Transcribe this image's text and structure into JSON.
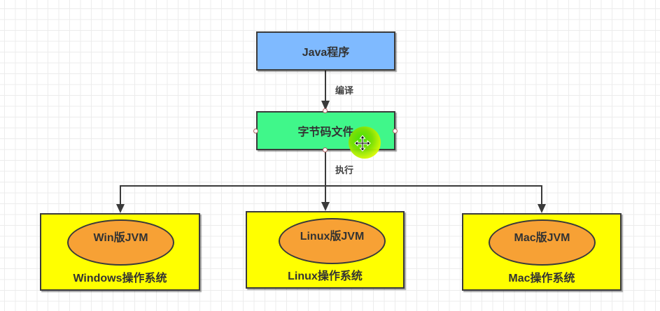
{
  "diagram": {
    "title": "Java cross-platform execution",
    "colors": {
      "source": "#7fbaff",
      "bytecode": "#40f78a",
      "os": "#ffff00",
      "jvm": "#f7a135",
      "stroke": "#3a3a3a"
    },
    "nodes": {
      "java_program": "Java程序",
      "bytecode_file": "字节码文件",
      "os": [
        {
          "label": "Windows操作系统",
          "jvm": "Win版JVM"
        },
        {
          "label": "Linux操作系统",
          "jvm": "Linux版JVM"
        },
        {
          "label": "Mac操作系统",
          "jvm": "Mac版JVM"
        }
      ]
    },
    "edges": {
      "compile_label": "编译",
      "execute_label": "执行"
    },
    "cursor": "move-cursor"
  }
}
